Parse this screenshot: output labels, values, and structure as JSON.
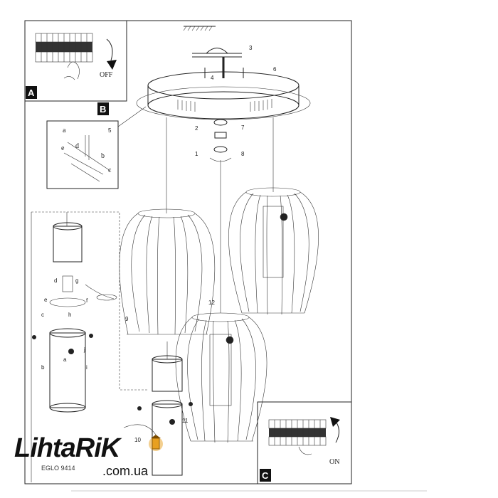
{
  "panels": {
    "a": "A",
    "b": "B",
    "c": "C"
  },
  "switch_off_label": "OFF",
  "switch_on_label": "ON",
  "wire_labels": [
    "a",
    "b",
    "c",
    "d",
    "e"
  ],
  "steps": [
    "1",
    "2",
    "3",
    "4",
    "5",
    "6",
    "7",
    "8",
    "9",
    "10",
    "11",
    "12"
  ],
  "detail_letters": [
    "a",
    "b",
    "c",
    "d",
    "e",
    "f",
    "g",
    "h",
    "i",
    "j"
  ],
  "watermark": {
    "brand": "LihtaRiK",
    "domain": ".com.ua",
    "code": "EGLO 9414"
  },
  "colors": {
    "line": "#222222",
    "panel_tag": "#111111",
    "lamp_orange": "#e8a020"
  }
}
